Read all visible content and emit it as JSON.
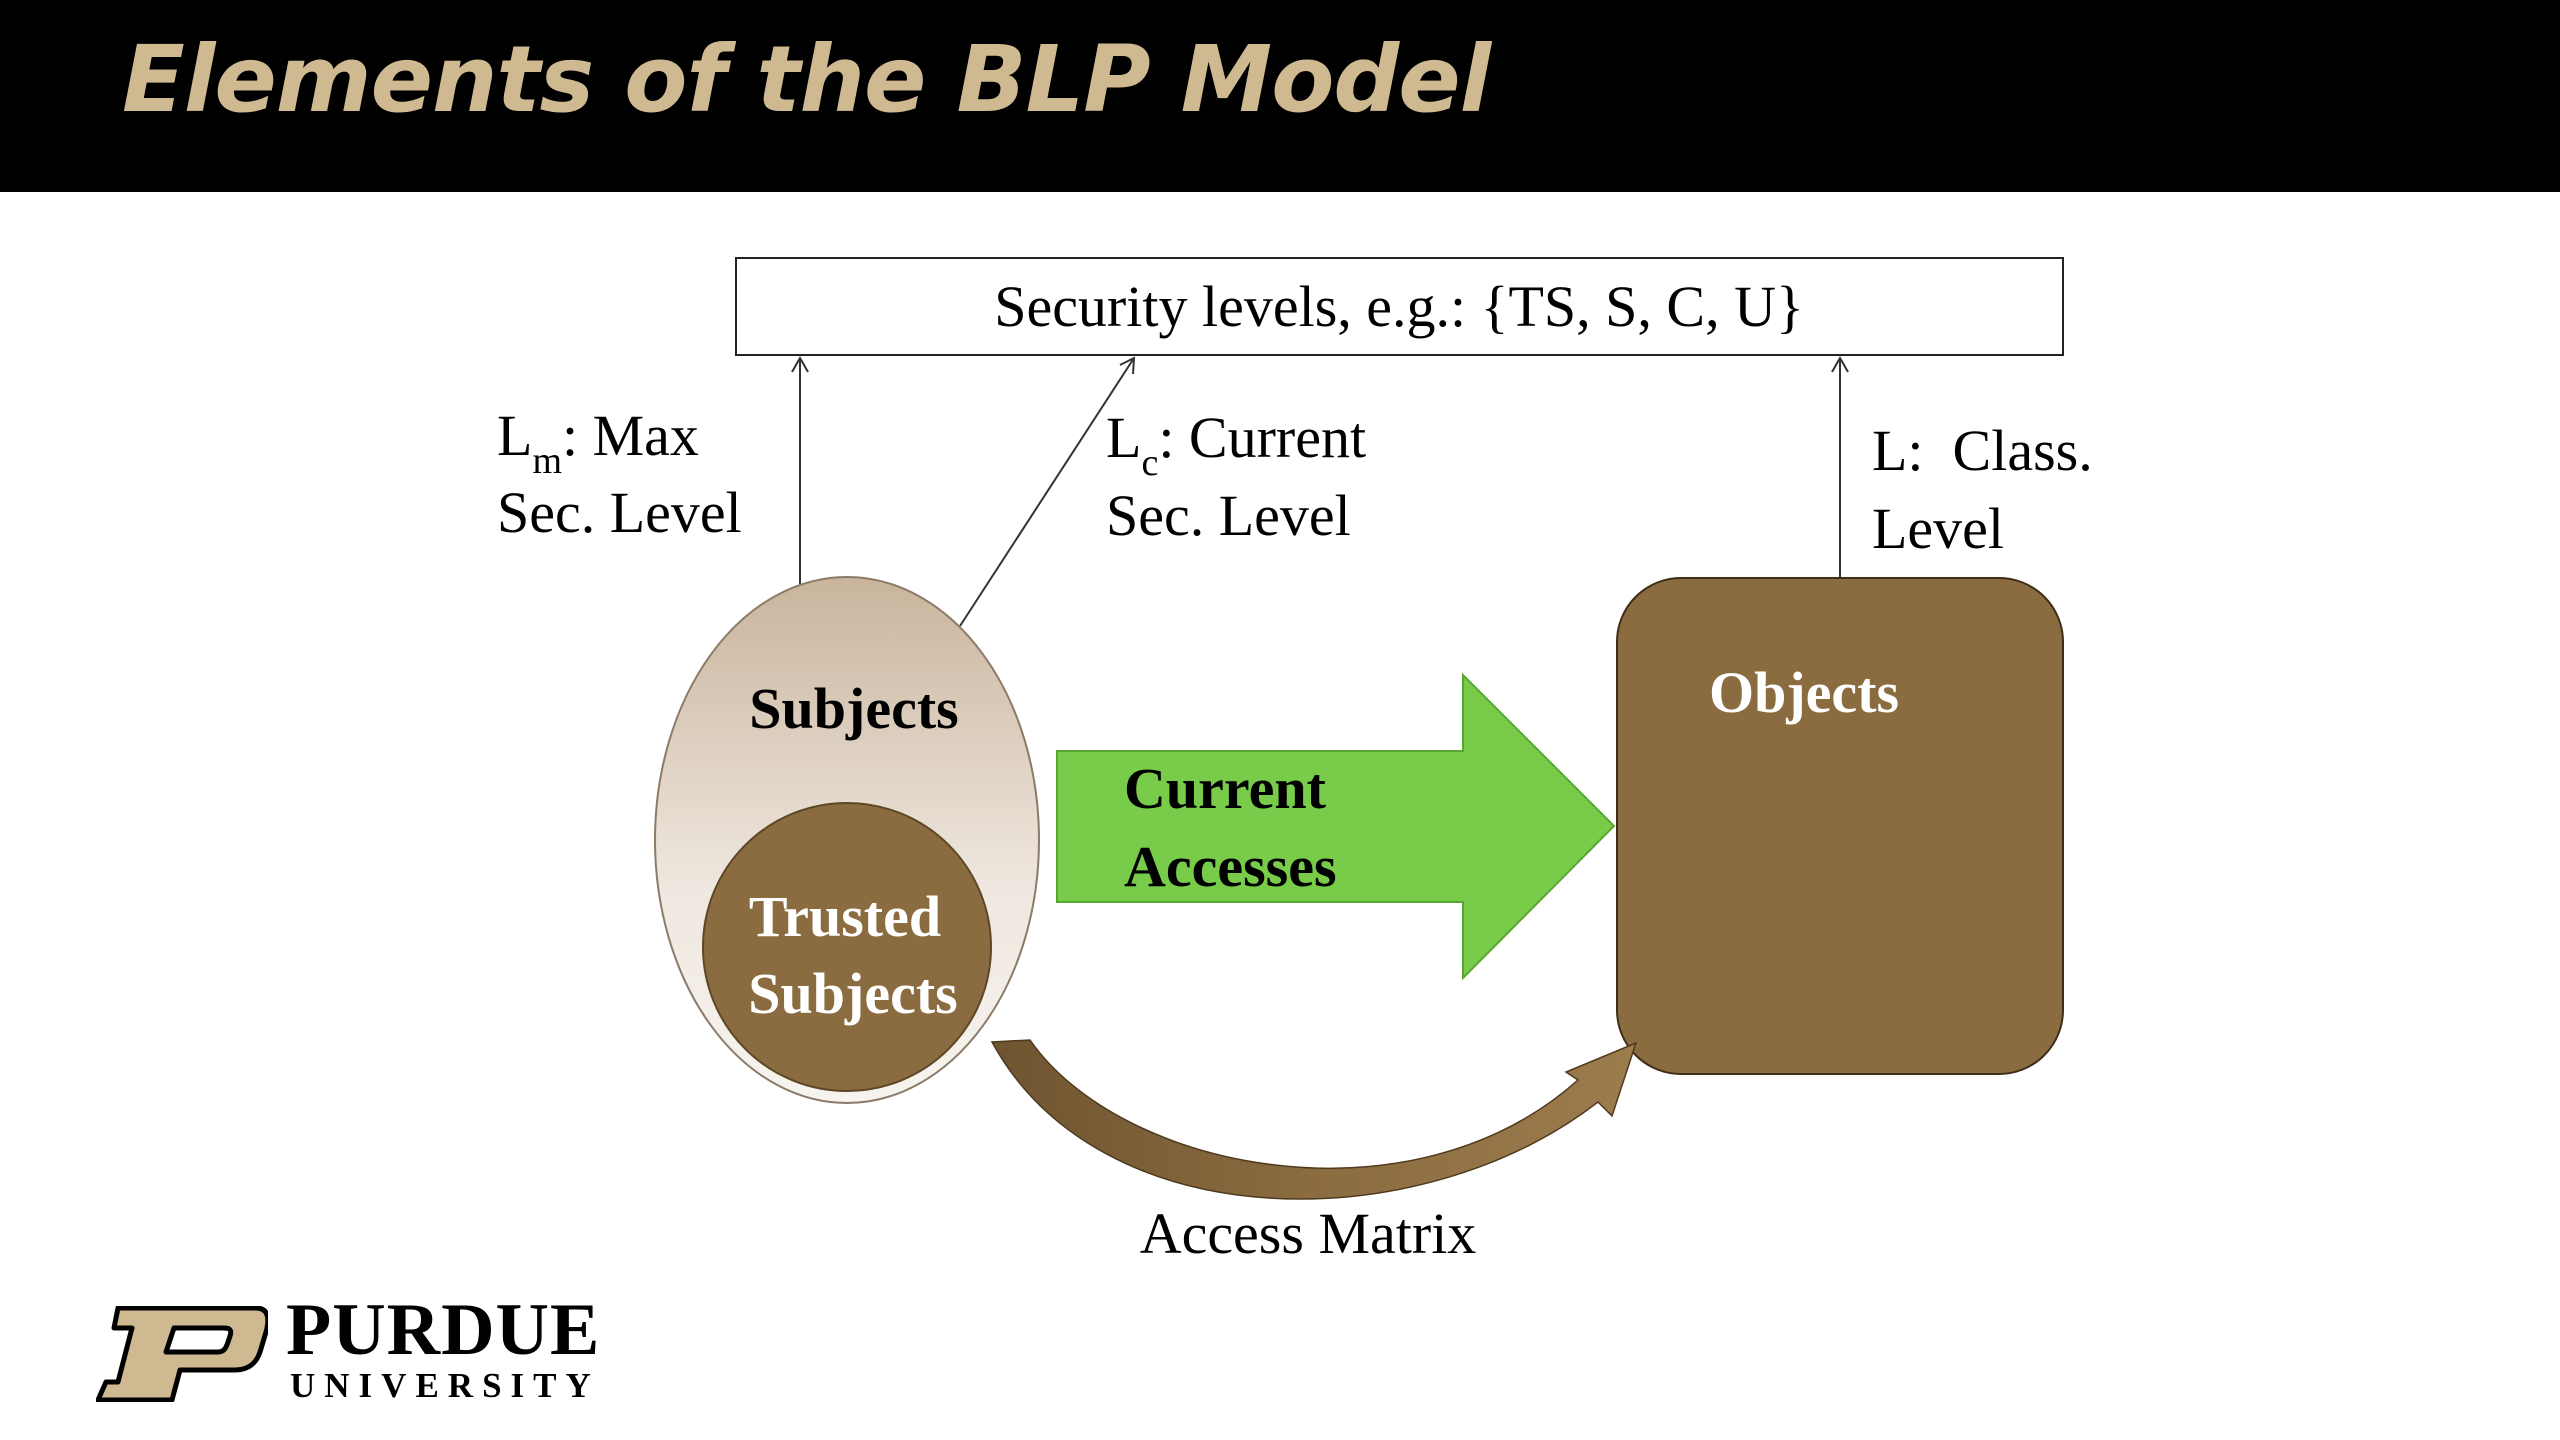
{
  "slide": {
    "title": "Elements of the BLP Model"
  },
  "diagram": {
    "security_levels_box": "Security levels, e.g.: {TS, S, C, U}",
    "max_level": {
      "symbol": "L",
      "subscript": "m",
      "suffix": ": Max",
      "line2": "Sec. Level"
    },
    "current_level": {
      "symbol": "L",
      "subscript": "c",
      "suffix": ": Current",
      "line2": "Sec. Level"
    },
    "class_level": {
      "line1": "L:  Class.",
      "line2": "Level"
    },
    "subjects_label": "Subjects",
    "trusted_subjects": {
      "line1": "Trusted",
      "line2": "Subjects"
    },
    "current_accesses": {
      "line1": "Current",
      "line2": "Accesses"
    },
    "objects_label": "Objects",
    "access_matrix_label": "Access Matrix"
  },
  "logo": {
    "name": "PURDUE",
    "sub": "UNIVERSITY",
    "mark_letter": "P"
  },
  "colors": {
    "title_bar": "#000000",
    "title_text": "#CFB991",
    "brown": "#8B6C40",
    "green_arrow": "#78CC4A",
    "subjects_top": "#C9B49C",
    "subjects_bottom": "#F7F3EE"
  }
}
